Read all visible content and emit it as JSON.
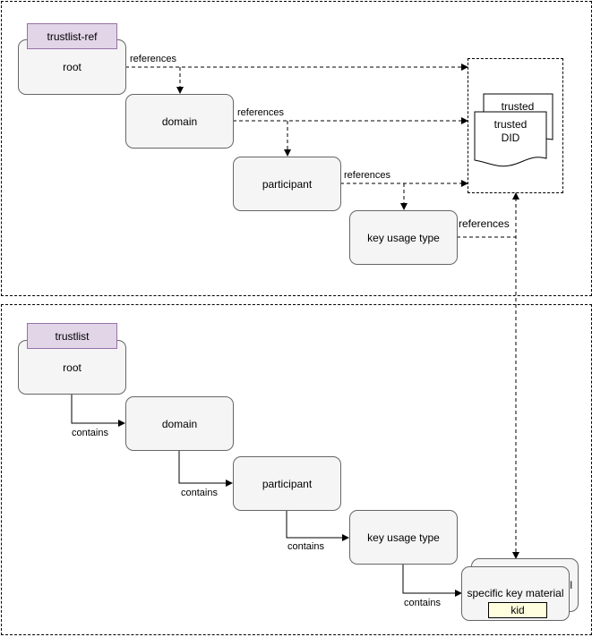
{
  "top": {
    "tag": "trustlist-ref",
    "nodes": {
      "root": "root",
      "domain": "domain",
      "participant": "participant",
      "key_usage_type": "key usage type"
    },
    "edge_labels": {
      "root_ref": "references",
      "domain_ref": "references",
      "participant_ref": "references",
      "key_usage_ref": "references"
    },
    "target": {
      "back_doc": "trusted",
      "front_doc_line1": "trusted",
      "front_doc_line2": "DID"
    }
  },
  "bottom": {
    "tag": "trustlist",
    "nodes": {
      "root": "root",
      "domain": "domain",
      "participant": "participant",
      "key_usage_type": "key usage type"
    },
    "edge_labels": {
      "root_contains": "contains",
      "domain_contains": "contains",
      "participant_contains": "contains",
      "key_usage_contains": "contains"
    },
    "key_material": {
      "label": "specific key material",
      "back_label_fragment": "l",
      "kid": "kid"
    }
  }
}
